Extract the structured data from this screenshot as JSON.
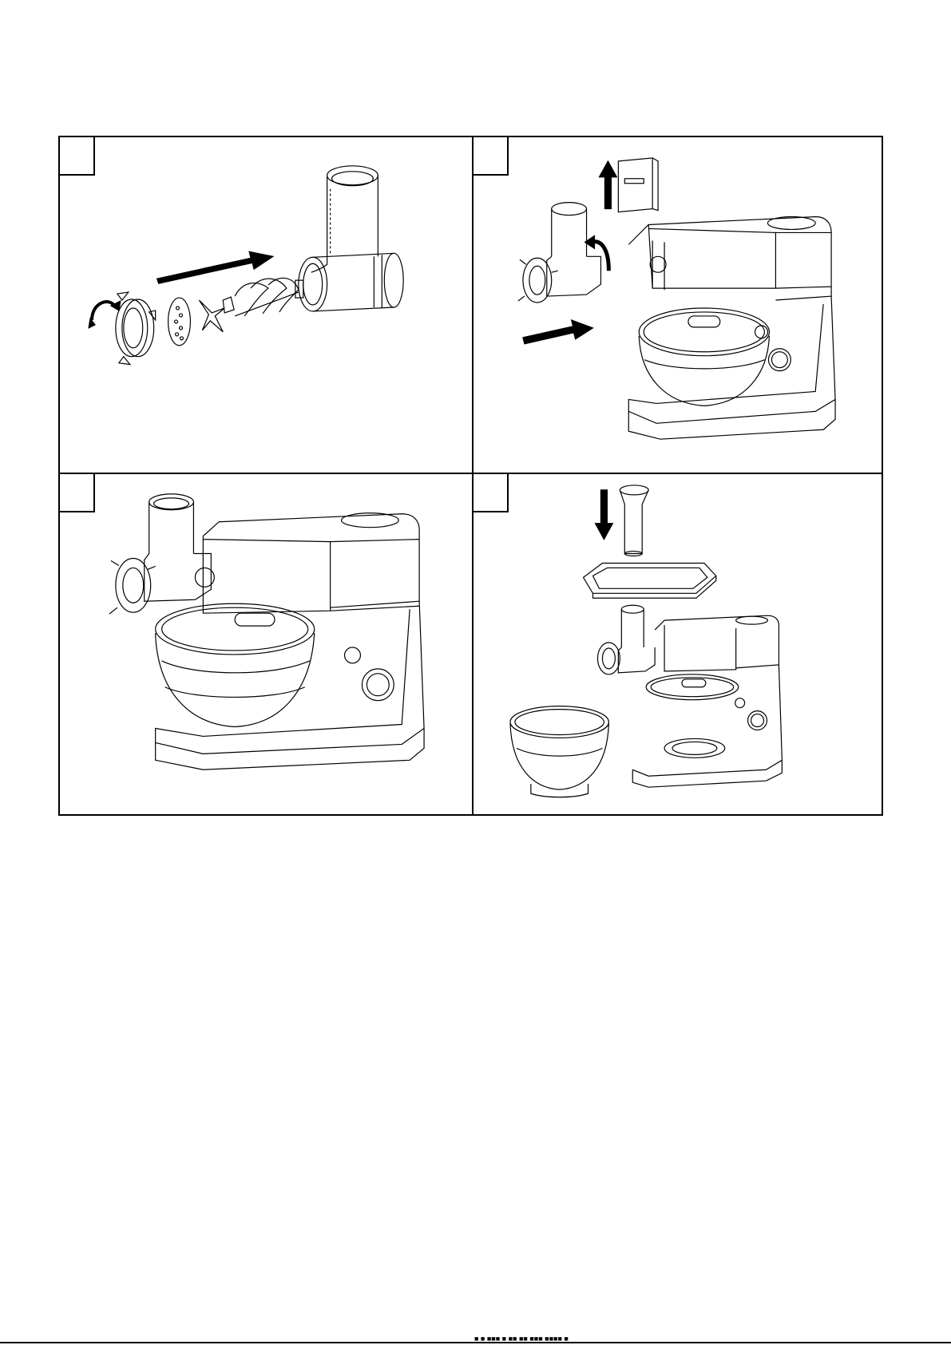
{
  "document": {
    "figure": "stand mixer meat grinder attachment – assembly steps",
    "steps": [
      {
        "number": "",
        "panel": "step-1"
      },
      {
        "number": "",
        "panel": "step-2"
      },
      {
        "number": "",
        "panel": "step-3"
      },
      {
        "number": "",
        "panel": "step-4"
      }
    ],
    "footer": "■ ■ ■■■ ■ ■■ ■■ ■■■ ■■■■ ■"
  },
  "colors": {
    "line": "#000000",
    "paper": "#ffffff"
  },
  "icons": [
    "arrow-right-icon",
    "curved-arrow-icon",
    "arrow-up-icon",
    "arrow-down-icon"
  ]
}
